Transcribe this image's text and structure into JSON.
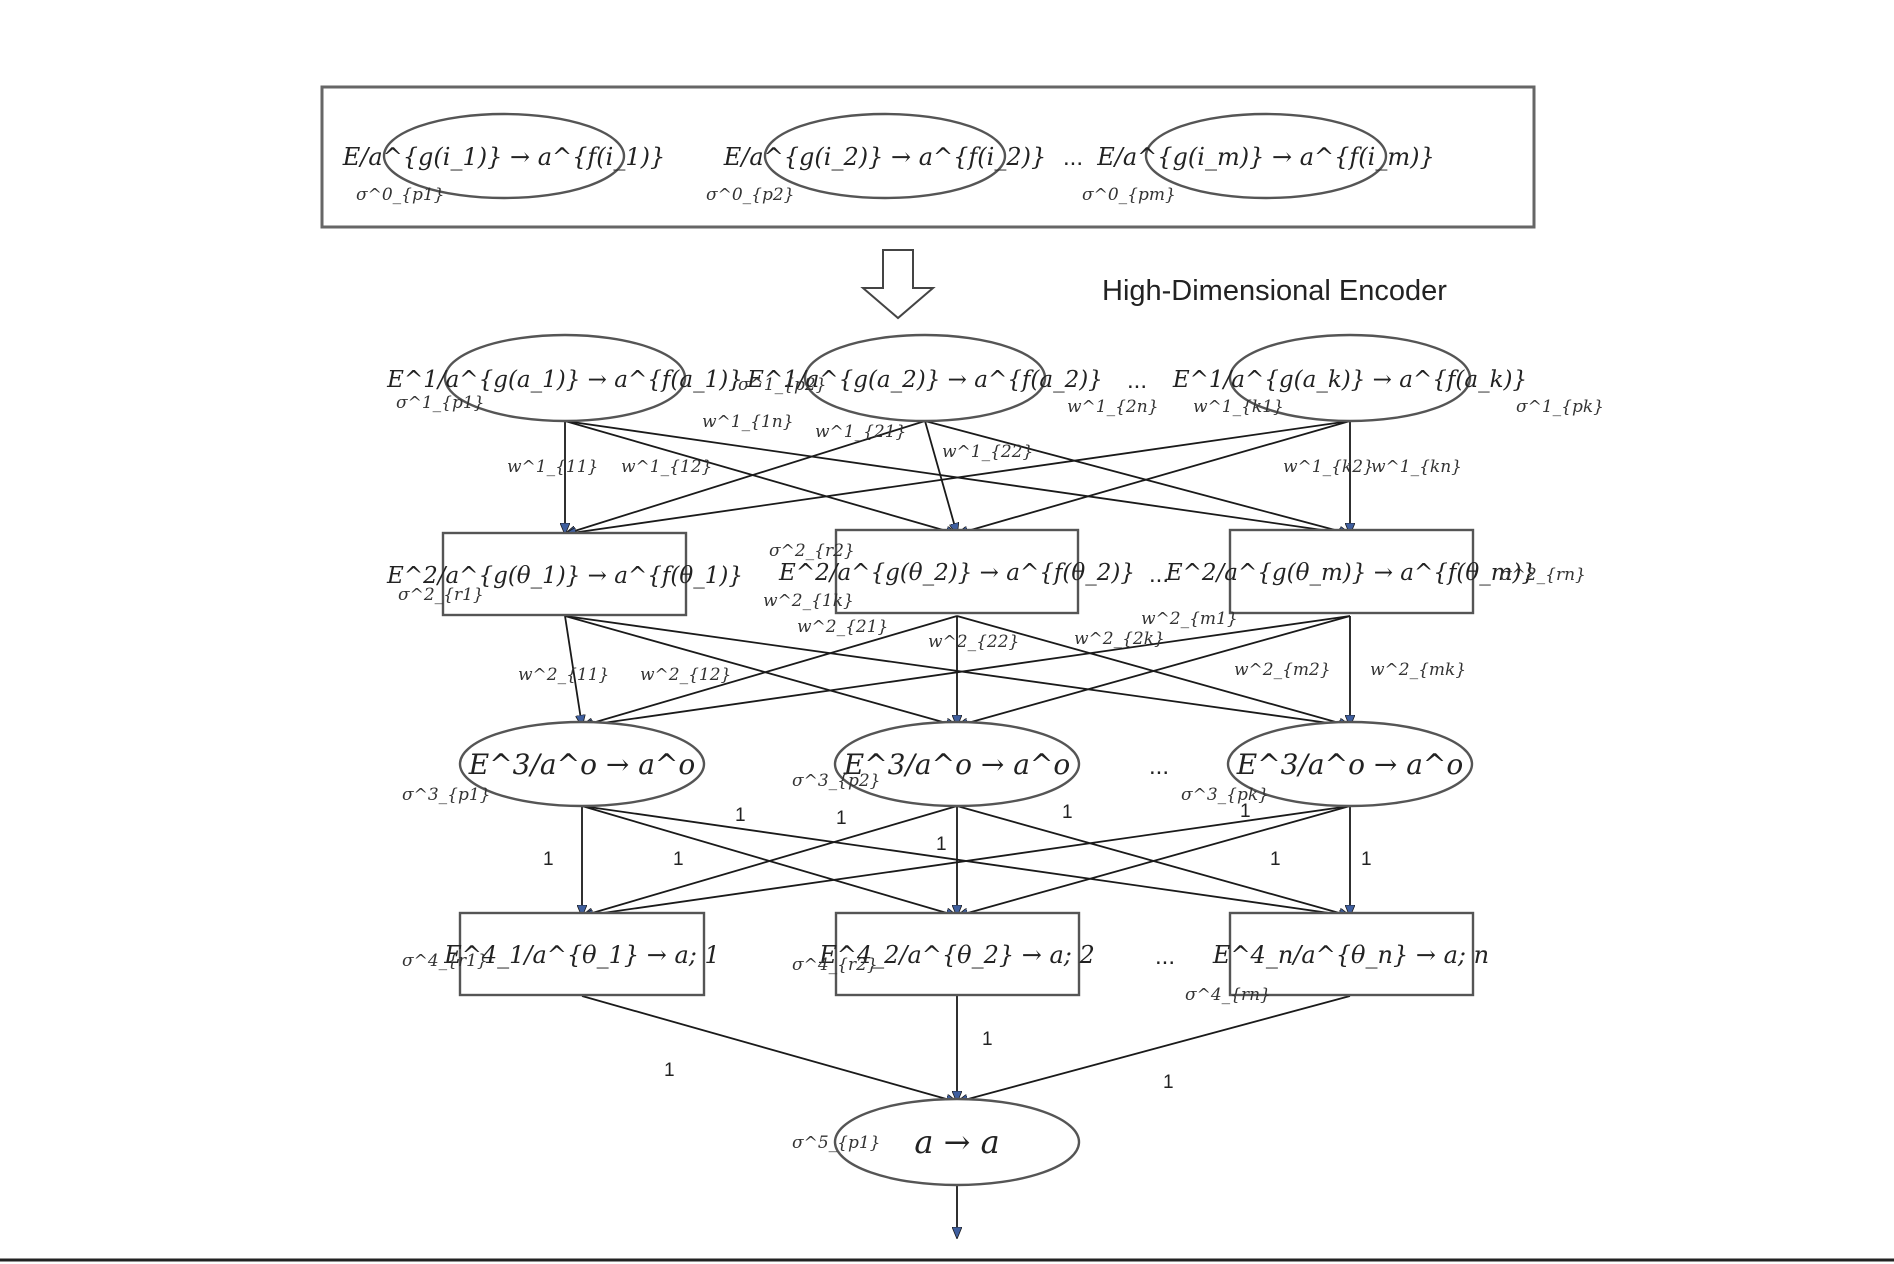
{
  "diagram": {
    "title": "High-Dimensional Encoder",
    "layer0": {
      "nodes": [
        {
          "label": "E/a^{g(i_1)} → a^{f(i_1)}",
          "sigma": "σ^0_{p1}"
        },
        {
          "label": "E/a^{g(i_2)} → a^{f(i_2)}",
          "sigma": "σ^0_{p2}"
        },
        {
          "label": "E/a^{g(i_m)} → a^{f(i_m)}",
          "sigma": "σ^0_{pm}"
        }
      ],
      "ellipsis": "..."
    },
    "layer1": {
      "nodes": [
        {
          "label": "E^1/a^{g(a_1)} → a^{f(a_1)}",
          "sigma": "σ^1_{p1}"
        },
        {
          "label": "E^1/a^{g(a_2)} → a^{f(a_2)}",
          "sigma": "σ^1_{p2}"
        },
        {
          "label": "E^1/a^{g(a_k)} → a^{f(a_k)}",
          "sigma": "σ^1_{pk}"
        }
      ],
      "ellipsis": "...",
      "weights": [
        "w^1_{11}",
        "w^1_{12}",
        "w^1_{1n}",
        "w^1_{21}",
        "w^1_{22}",
        "w^1_{2n}",
        "w^1_{k1}",
        "w^1_{k2}",
        "w^1_{kn}"
      ]
    },
    "layer2": {
      "nodes": [
        {
          "label": "E^2/a^{g(θ_1)} → a^{f(θ_1)}",
          "sigma": "σ^2_{r1}"
        },
        {
          "label": "E^2/a^{g(θ_2)} → a^{f(θ_2)}",
          "sigma": "σ^2_{r2}"
        },
        {
          "label": "E^2/a^{g(θ_m)} → a^{f(θ_m)}",
          "sigma": "σ^2_{rn}"
        }
      ],
      "ellipsis": "...",
      "weights": [
        "w^2_{11}",
        "w^2_{12}",
        "w^2_{1k}",
        "w^2_{21}",
        "w^2_{22}",
        "w^2_{2k}",
        "w^2_{m1}",
        "w^2_{m2}",
        "w^2_{mk}"
      ]
    },
    "layer3": {
      "nodes": [
        {
          "label": "E^3/a^o → a^o",
          "sigma": "σ^3_{p1}"
        },
        {
          "label": "E^3/a^o → a^o",
          "sigma": "σ^3_{p2}"
        },
        {
          "label": "E^3/a^o → a^o",
          "sigma": "σ^3_{pk}"
        }
      ],
      "ellipsis": "...",
      "weights": [
        "1",
        "1",
        "1",
        "1",
        "1",
        "1",
        "1",
        "1",
        "1"
      ]
    },
    "layer4": {
      "nodes": [
        {
          "label": "E^4_1/a^{θ_1} → a; 1",
          "sigma": "σ^4_{r1}"
        },
        {
          "label": "E^4_2/a^{θ_2} → a; 2",
          "sigma": "σ^4_{r2}"
        },
        {
          "label": "E^4_n/a^{θ_n} → a; n",
          "sigma": "σ^4_{rn}"
        }
      ],
      "ellipsis": "...",
      "weights": [
        "1",
        "1",
        "1"
      ]
    },
    "layer5": {
      "node": {
        "label": "a → a",
        "sigma": "σ^5_{p1}"
      }
    },
    "colors": {
      "arrowhead": "#3f5f9f",
      "stroke": "#555555",
      "edge": "#1a1a1a"
    }
  }
}
